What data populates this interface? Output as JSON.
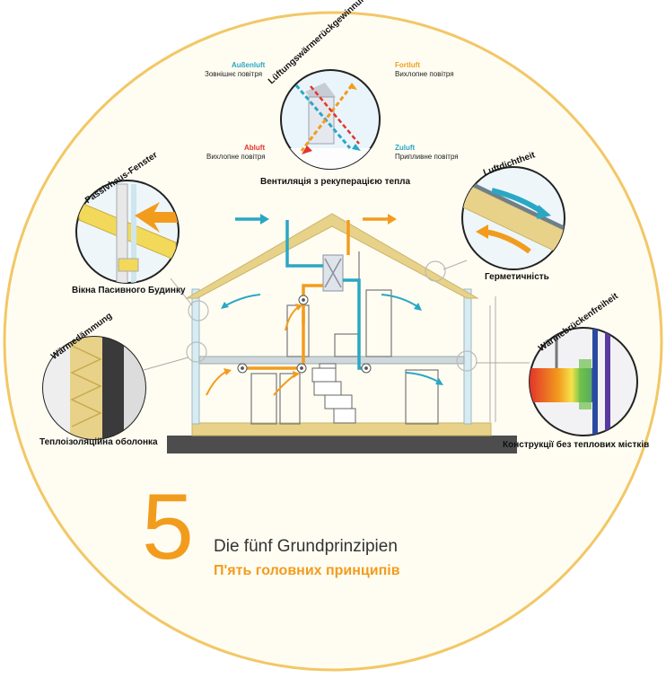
{
  "heading": {
    "number": "5",
    "title_de": "Die fünf Grundprinzipien",
    "title_uk": "П'ять головних принципів"
  },
  "principles": {
    "ventilation": {
      "title_de": "Lüftungswärmerückgewinnung",
      "title_uk": "Вентиляція з рекуперацією тепла",
      "aussenluft_de": "Außenluft",
      "aussenluft_uk": "Зовнішнє повітря",
      "fortluft_de": "Fortluft",
      "fortluft_uk": "Вихлопне повітря",
      "abluft_de": "Abluft",
      "abluft_uk": "Вихлопне повітря",
      "zuluft_de": "Zuluft",
      "zuluft_uk": "Припливне повітря"
    },
    "windows": {
      "title_de": "Passivhaus-Fenster",
      "title_uk": "Вікна Пасивного Будинку"
    },
    "airtightness": {
      "title_de": "Luftdichtheit",
      "title_uk": "Герметичність"
    },
    "insulation": {
      "title_de": "Wärmedämmung",
      "title_uk": "Теплоізоляційна оболонка"
    },
    "thermal_bridges": {
      "title_de": "Wärmebrückenfreiheit",
      "title_uk": "Конструкції без теплових містків"
    }
  },
  "colors": {
    "background_circle": "#fffdf2",
    "circle_border": "#f2c766",
    "warm_air": "#f29c1e",
    "cold_air": "#2aa7c4",
    "extract_air": "#e2352b",
    "insulation": "#e8d28a",
    "ground": "#4d4d4d"
  }
}
